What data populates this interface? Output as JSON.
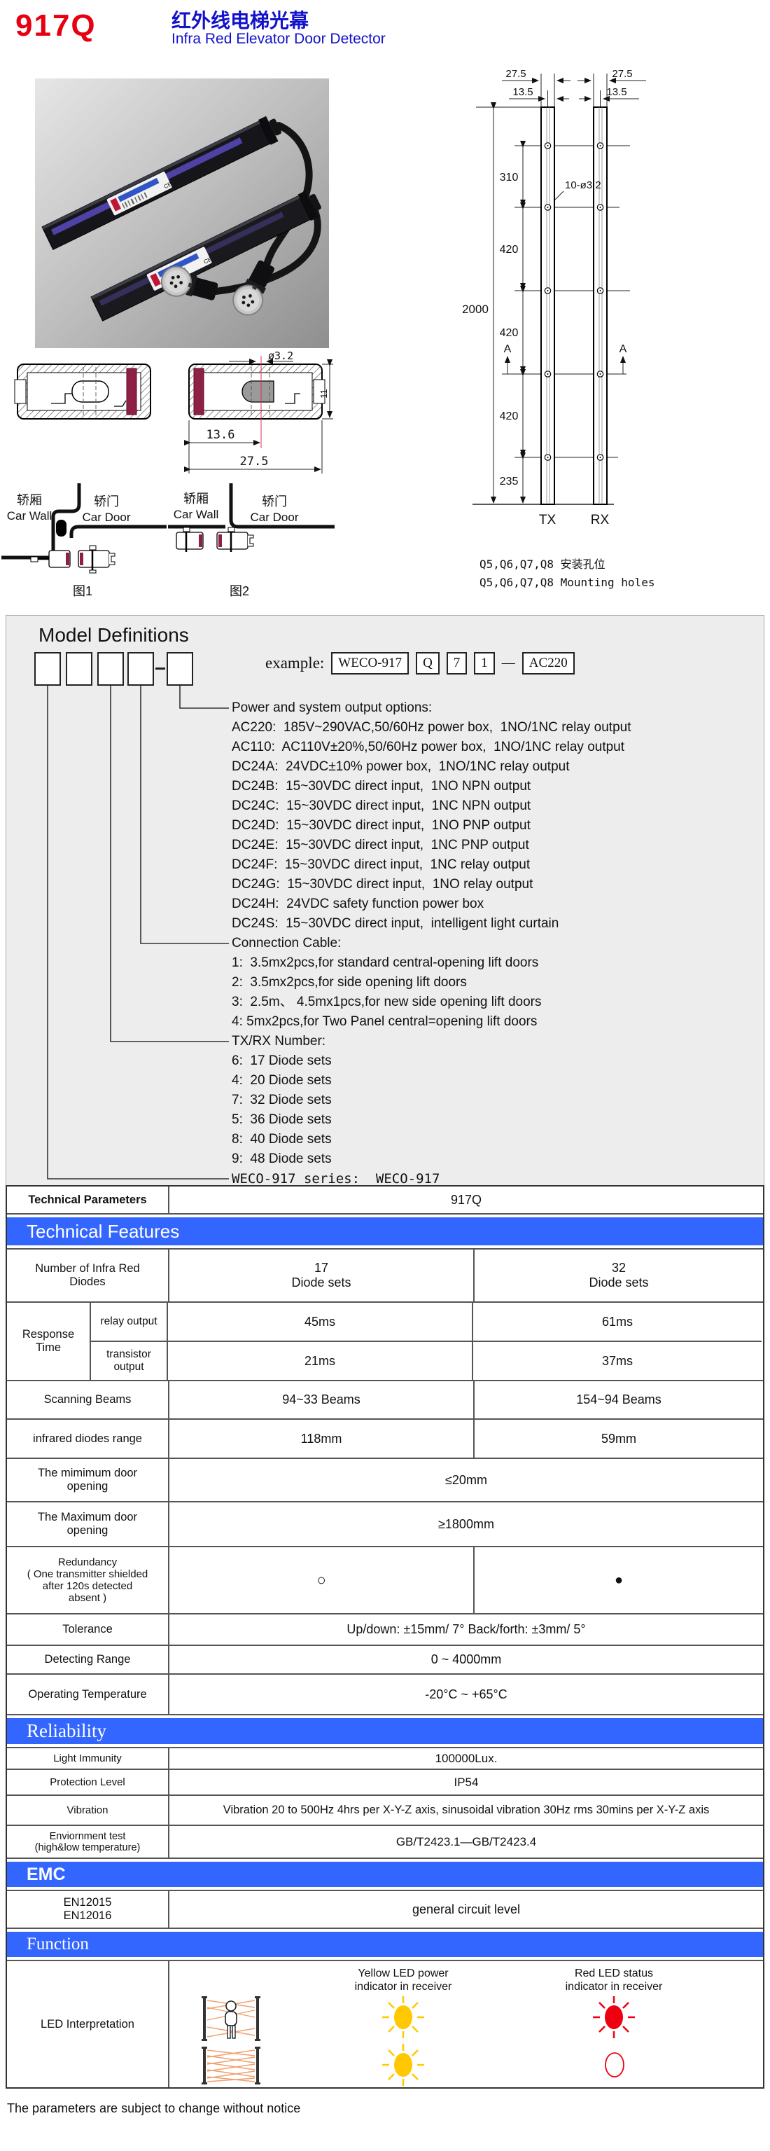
{
  "header": {
    "model": "917Q",
    "title_zh": "红外线电梯光幕",
    "title_en": "Infra Red Elevator Door Detector"
  },
  "mounting_drawing": {
    "dim_width_left": "27.5",
    "dim_width_right": "27.5",
    "dim_lens_left": "13.5",
    "dim_lens_right": "13.5",
    "dim_total": "2000",
    "dim_segments": [
      "310",
      "420",
      "420",
      "420",
      "235"
    ],
    "holes_note": "10-ø3.2",
    "section_label_left": "A",
    "section_label_right": "A",
    "tx_label": "TX",
    "rx_label": "RX",
    "caption_zh": "Q5,Q6,Q7,Q8 安装孔位",
    "caption_en": "Q5,Q6,Q7,Q8 Mounting holes"
  },
  "cross_section": {
    "dim_dia": "ø3.2",
    "dim_offset": "13.6",
    "dim_width": "27.5",
    "dim_height": "11"
  },
  "figures": {
    "fig1": {
      "wall_zh": "轿厢",
      "wall_en": "Car Wall",
      "door_zh": "轿门",
      "door_en": "Car Door",
      "caption": "图1"
    },
    "fig2": {
      "wall_zh": "轿厢",
      "wall_en": "Car Wall",
      "door_zh": "轿门",
      "door_en": "Car Door",
      "caption": "图2"
    }
  },
  "model_definitions": {
    "title": "Model Definitions",
    "example_label": "example:",
    "example_boxes": [
      "WECO-917",
      "Q",
      "7",
      "1",
      "AC220"
    ],
    "dash": "—",
    "lines": [
      "Power and system output options:",
      "AC220:  185V~290VAC,50/60Hz power box,  1NO/1NC relay output",
      "AC110:  AC110V±20%,50/60Hz power box,  1NO/1NC relay output",
      "DC24A:  24VDC±10% power box,  1NO/1NC relay output",
      "DC24B:  15~30VDC direct input,  1NO NPN output",
      "DC24C:  15~30VDC direct input,  1NC NPN output",
      "DC24D:  15~30VDC direct input,  1NO PNP output",
      "DC24E:  15~30VDC direct input,  1NC PNP output",
      "DC24F:  15~30VDC direct input,  1NC relay output",
      "DC24G:  15~30VDC direct input,  1NO relay output",
      "DC24H:  24VDC safety function power box",
      "DC24S:  15~30VDC direct input,  intelligent light curtain",
      "Connection Cable:",
      "1:  3.5mx2pcs,for standard central-opening lift doors",
      "2:  3.5mx2pcs,for side opening lift doors",
      "3:  2.5m、 4.5mx1pcs,for new side opening lift doors",
      "4: 5mx2pcs,for Two Panel central=opening lift doors",
      "TX/RX Number:",
      "6:  17 Diode sets",
      "4:  20 Diode sets",
      "7:  32 Diode sets",
      "5:  36 Diode sets",
      "8:  40 Diode sets",
      "9:  48 Diode sets",
      "WECO-917 series:  WECO-917"
    ]
  },
  "table": {
    "tech_params_label": "Technical Parameters",
    "tech_params_value": "917Q",
    "banners": {
      "features": "Technical Features",
      "reliability": "Reliability",
      "emc": "EMC",
      "function": "Function"
    },
    "rows": {
      "diodes": {
        "label": "Number of Infra Red\nDiodes",
        "v17": "17\nDiode sets",
        "v32": "32\nDiode sets"
      },
      "response": {
        "label": "Response\nTime",
        "relay": "relay output",
        "transistor": "transistor\noutput",
        "relay17": "45ms",
        "relay32": "61ms",
        "trans17": "21ms",
        "trans32": "37ms"
      },
      "scanning": {
        "label": "Scanning Beams",
        "v17": "94~33 Beams",
        "v32": "154~94 Beams"
      },
      "range": {
        "label": "infrared diodes range",
        "v17": "118mm",
        "v32": "59mm"
      },
      "min_door": {
        "label": "The mimimum door\nopening",
        "value": "≤20mm"
      },
      "max_door": {
        "label": "The Maximum door\nopening",
        "value": "≥1800mm"
      },
      "redundancy": {
        "label": "Redundancy\n( One transmitter shielded\nafter 120s detected\nabsent )",
        "v17": "○",
        "v32": "●"
      },
      "tolerance": {
        "label": "Tolerance",
        "value": "Up/down:  ±15mm/ 7°    Back/forth:  ±3mm/ 5°"
      },
      "detecting": {
        "label": "Detecting Range",
        "value": "0 ~ 4000mm"
      },
      "temperature": {
        "label": "Operating Temperature",
        "value": "-20°C ~ +65°C"
      },
      "light": {
        "label": "Light Immunity",
        "value": "100000Lux."
      },
      "protection": {
        "label": "Protection Level",
        "value": "IP54"
      },
      "vibration": {
        "label": "Vibration",
        "value": "Vibration 20 to 500Hz 4hrs per X-Y-Z axis, sinusoidal vibration 30Hz rms 30mins per X-Y-Z axis"
      },
      "environment": {
        "label": "Enviornment test\n(high&low temperature)",
        "value": "GB/T2423.1—GB/T2423.4"
      },
      "emc": {
        "label": "EN12015\nEN12016",
        "value": "general circuit level"
      },
      "led": {
        "label": "LED Interpretation",
        "yellow_header": "Yellow LED power\nindicator in receiver",
        "red_header": "Red LED status\nindicator in receiver"
      }
    }
  },
  "colors": {
    "accent_blue": "#3366ff",
    "title_red": "#e60012",
    "title_blue": "#1212cc",
    "led_yellow": "#ffc800",
    "led_red": "#ee0011",
    "maroon": "#8e1f45",
    "beam_orange": "#f0a070"
  },
  "footer": "The parameters are subject to change without notice"
}
